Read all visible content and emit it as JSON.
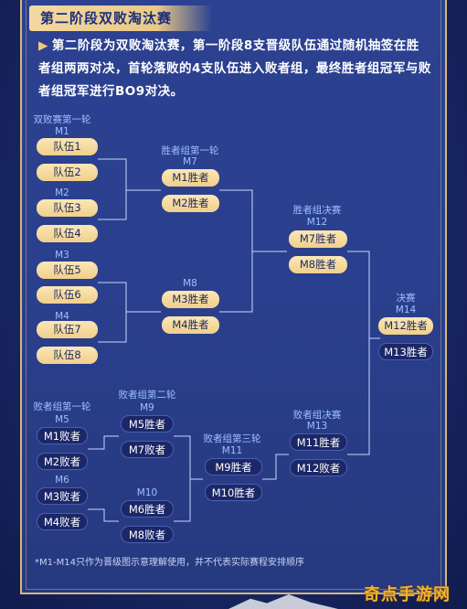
{
  "section_title": "第二阶段双败淘汰赛",
  "intro": {
    "bullet": "▶",
    "text": "第二阶段为双败淘汰赛，第一阶段8支晋级队伍通过随机抽签在胜者组两两对决，首轮落败的4支队伍进入败者组，最终胜者组冠军与败者组冠军进行BO9对决。"
  },
  "bracket": {
    "round_labels": {
      "losers_r1_stage": "双败赛第一轮",
      "winners_r1": "胜者组第一轮",
      "winners_final": "胜者组决赛",
      "grand_final": "决赛",
      "losers_r1": "败者组第一轮",
      "losers_r2": "败者组第二轮",
      "losers_r3": "败者组第三轮",
      "losers_final": "败者组决赛"
    },
    "matches": {
      "M1": "M1",
      "M2": "M2",
      "M3": "M3",
      "M4": "M4",
      "M5": "M5",
      "M6": "M6",
      "M7": "M7",
      "M8": "M8",
      "M9": "M9",
      "M10": "M10",
      "M11": "M11",
      "M12": "M12",
      "M13": "M13",
      "M14": "M14"
    },
    "teams": [
      "队伍1",
      "队伍2",
      "队伍3",
      "队伍4",
      "队伍5",
      "队伍6",
      "队伍7",
      "队伍8"
    ],
    "slots": {
      "m1_winner": "M1胜者",
      "m2_winner": "M2胜者",
      "m3_winner": "M3胜者",
      "m4_winner": "M4胜者",
      "m7_winner": "M7胜者",
      "m8_winner": "M8胜者",
      "m12_winner": "M12胜者",
      "m13_winner": "M13胜者",
      "m1_loser": "M1败者",
      "m2_loser": "M2败者",
      "m3_loser": "M3败者",
      "m4_loser": "M4败者",
      "m5_winner": "M5胜者",
      "m7_loser": "M7败者",
      "m6_winner": "M6胜者",
      "m8_loser": "M8败者",
      "m9_winner": "M9胜者",
      "m10_winner": "M10胜者",
      "m11_winner": "M11胜者",
      "m12_loser": "M12败者"
    }
  },
  "footnote": "*M1-M14只作为晋级图示意理解使用，并不代表实际赛程安排顺序",
  "watermark": "奇点手游网",
  "colors": {
    "background": "#2a3f8d",
    "gold_border": "#d8b774",
    "winner_box": "#f3d9a0",
    "loser_box": "#1b2766",
    "label": "#9cc0ff"
  }
}
